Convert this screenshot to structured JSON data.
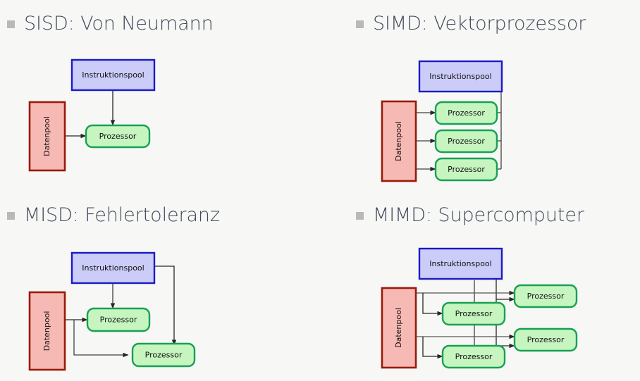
{
  "slide": {
    "background_color": "#f7f7f5",
    "title_color": "#3f4a5a",
    "bullet_color": "#b9b9b9"
  },
  "palette": {
    "instruction_fill": "#ccccf9",
    "instruction_stroke": "#1b1bc4",
    "processor_fill": "#c6f5c0",
    "processor_stroke": "#18a055",
    "data_fill": "#f7b9b4",
    "data_stroke": "#991a08",
    "arrow_color": "#262626",
    "link_color": "#555555"
  },
  "labels": {
    "instruction_pool": "Instruktionspool",
    "processor": "Prozessor",
    "data_pool": "Datenpool"
  },
  "quadrants": [
    {
      "id": "sisd",
      "title": "SISD: Von Neumann",
      "bullet": "square-bullet",
      "instruction_pools": 1,
      "data_pools": 1,
      "processors": 1
    },
    {
      "id": "simd",
      "title": "SIMD: Vektorprozessor",
      "bullet": "square-bullet",
      "instruction_pools": 1,
      "data_pools": 1,
      "processors": 3
    },
    {
      "id": "misd",
      "title": "MISD: Fehlertoleranz",
      "bullet": "square-bullet",
      "instruction_pools": 1,
      "data_pools": 1,
      "processors": 2
    },
    {
      "id": "mimd",
      "title": "MIMD: Supercomputer",
      "bullet": "square-bullet",
      "instruction_pools": 1,
      "data_pools": 1,
      "processors": 4
    }
  ]
}
